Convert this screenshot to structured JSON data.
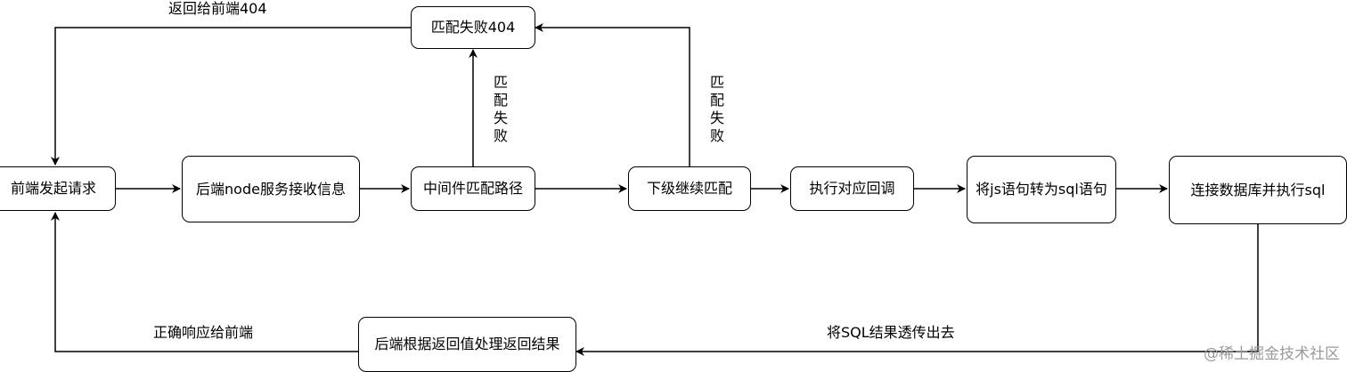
{
  "nodes": {
    "frontend_request": "前端发起请求",
    "backend_receive": "后端node服务接收信息",
    "middleware_match": "中间件匹配路径",
    "match_fail": "匹配失败404",
    "next_match": "下级继续匹配",
    "exec_callback": "执行对应回调",
    "js_to_sql": "将js语句转为sql语句",
    "db_exec": "连接数据库并执行sql",
    "backend_process": "后端根据返回值处理返回结果"
  },
  "edge_labels": {
    "return_404": "返回给前端404",
    "fail_1": "匹配失败",
    "fail_2": "匹配失败",
    "correct_response": "正确响应给前端",
    "sql_result": "将SQL结果透传出去"
  },
  "watermark": "@稀土掘金技术社区"
}
